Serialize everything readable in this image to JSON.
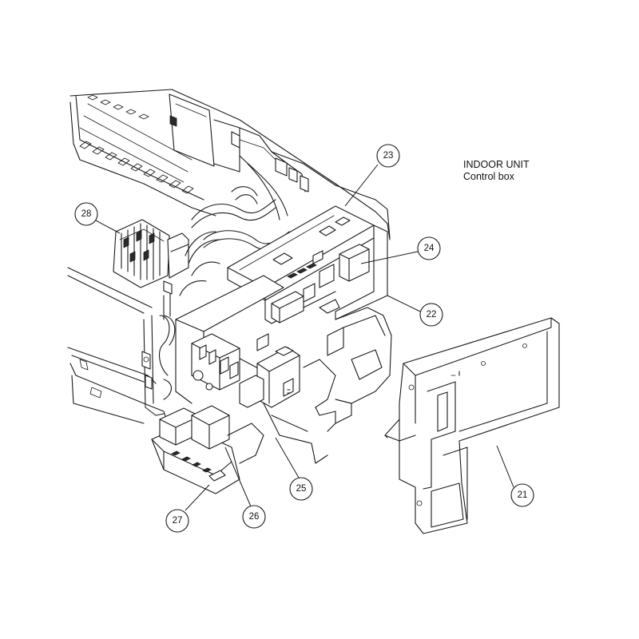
{
  "caption": {
    "title": "INDOOR UNIT",
    "subtitle": "Control box"
  },
  "callouts": [
    {
      "id": "21",
      "label": "21"
    },
    {
      "id": "22",
      "label": "22"
    },
    {
      "id": "23",
      "label": "23"
    },
    {
      "id": "24",
      "label": "24"
    },
    {
      "id": "25",
      "label": "25"
    },
    {
      "id": "26",
      "label": "26"
    },
    {
      "id": "27",
      "label": "27"
    },
    {
      "id": "28",
      "label": "28"
    }
  ]
}
